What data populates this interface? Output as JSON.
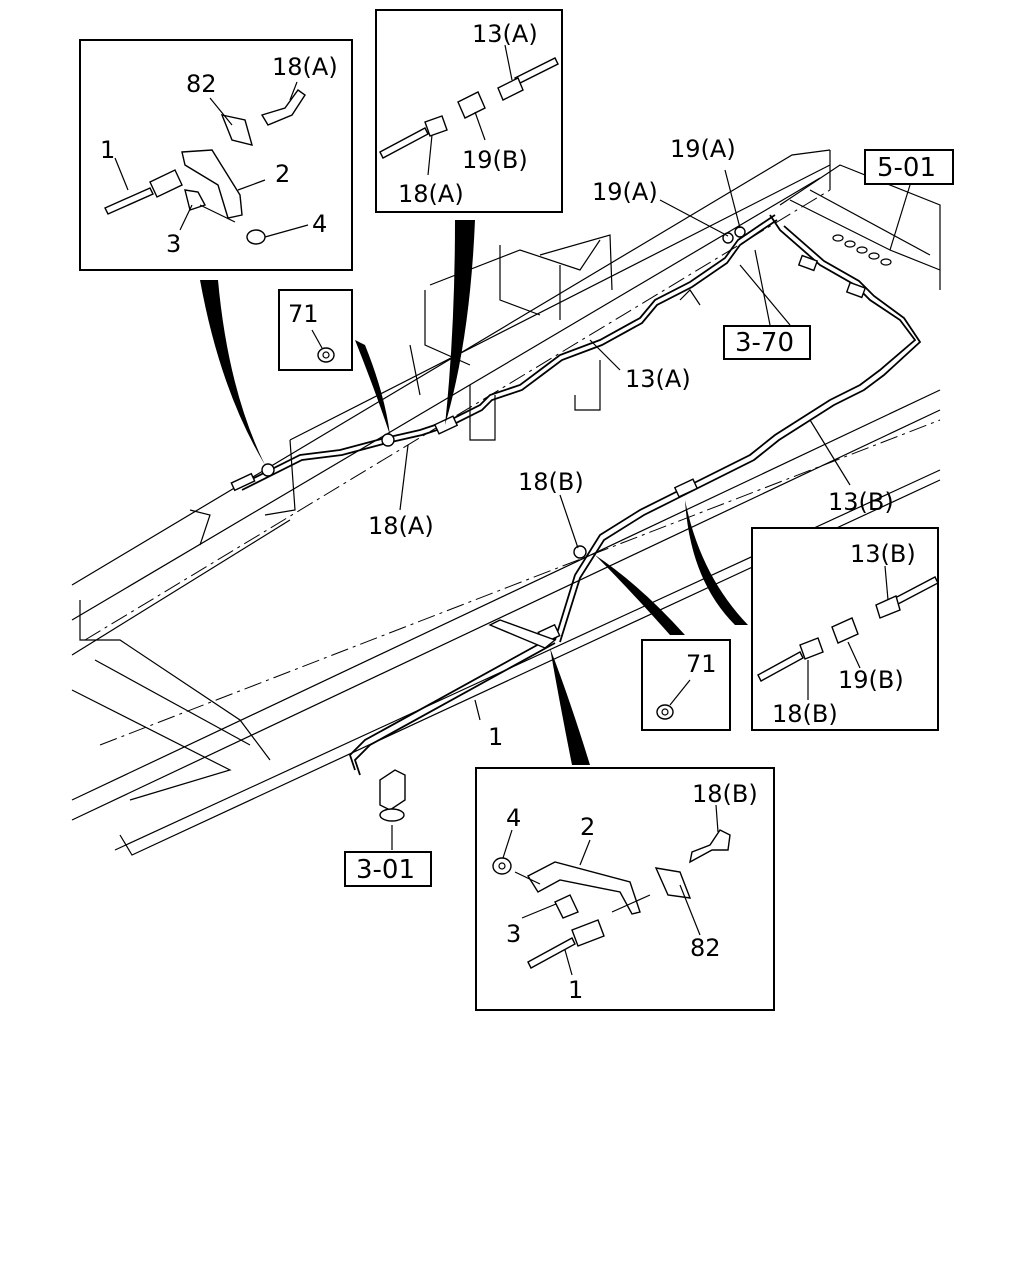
{
  "diagram": {
    "ref_boxes": {
      "ref_5_01": "5-01",
      "ref_3_70": "3-70",
      "ref_3_01": "3-01"
    },
    "main_labels": {
      "l_19a_top": "19(A)",
      "l_19a_mid": "19(A)",
      "l_13a": "13(A)",
      "l_18a": "18(A)",
      "l_18b": "18(B)",
      "l_13b": "13(B)",
      "l_1": "1"
    },
    "detail_top_left": {
      "l_82": "82",
      "l_18a": "18(A)",
      "l_1": "1",
      "l_2": "2",
      "l_3": "3",
      "l_4": "4"
    },
    "detail_top_center": {
      "l_13a": "13(A)",
      "l_19b": "19(B)",
      "l_18a": "18(A)"
    },
    "detail_71_left": {
      "l_71": "71"
    },
    "detail_71_right": {
      "l_71": "71"
    },
    "detail_right": {
      "l_13b": "13(B)",
      "l_19b": "19(B)",
      "l_18b": "18(B)"
    },
    "detail_bottom": {
      "l_4": "4",
      "l_2": "2",
      "l_18b": "18(B)",
      "l_3": "3",
      "l_82": "82",
      "l_1": "1"
    }
  }
}
